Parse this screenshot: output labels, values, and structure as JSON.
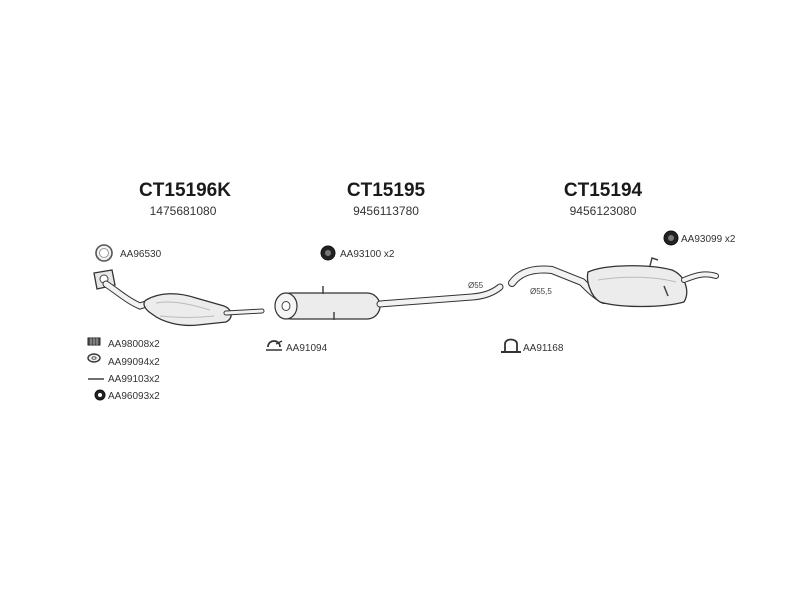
{
  "groups": [
    {
      "code": "CT15196K",
      "ref": "1475681080"
    },
    {
      "code": "CT15195",
      "ref": "9456113780"
    },
    {
      "code": "CT15194",
      "ref": "9456123080"
    }
  ],
  "parts": {
    "aa96530": "AA96530",
    "aa93100": "AA93100 x2",
    "aa93099": "AA93099 x2",
    "aa98008": "AA98008x2",
    "aa99094": "AA99094x2",
    "aa99103": "AA99103x2",
    "aa96093": "AA96093x2",
    "aa91094": "AA91094",
    "aa91168": "AA91168"
  },
  "dimensions": {
    "d55": "Ø55",
    "d555": "Ø55,5"
  },
  "icons": {
    "gasket_ring": "gasket-ring-icon",
    "rubber_hanger": "rubber-hanger-icon",
    "bolt": "bolt-icon",
    "washer": "washer-icon",
    "pin": "pin-icon",
    "nut": "nut-icon",
    "clamp": "clamp-icon",
    "u_clamp": "u-clamp-icon"
  }
}
